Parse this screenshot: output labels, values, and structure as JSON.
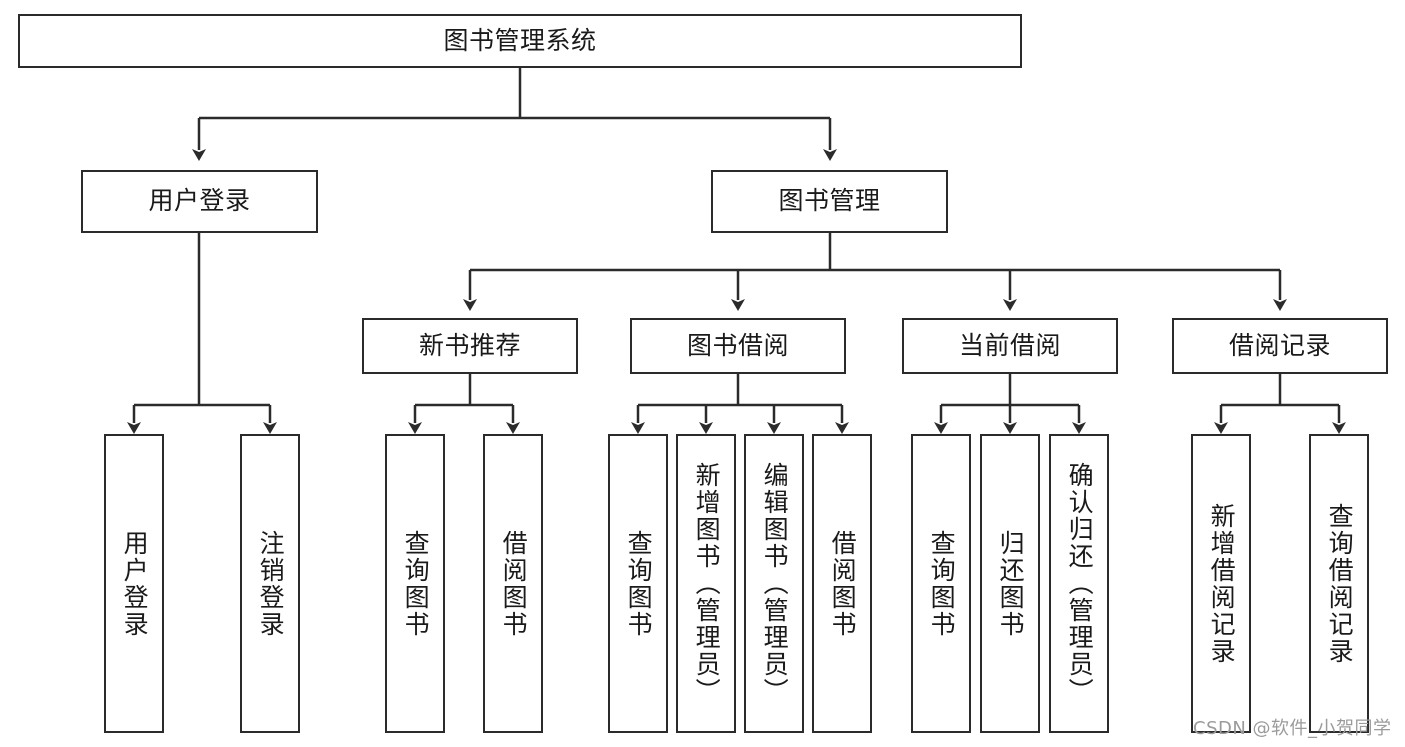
{
  "diagram": {
    "title_node": {
      "label": "图书管理系统"
    },
    "level2": [
      {
        "label": "用户登录"
      },
      {
        "label": "图书管理"
      }
    ],
    "level3": [
      {
        "label": "新书推荐"
      },
      {
        "label": "图书借阅"
      },
      {
        "label": "当前借阅"
      },
      {
        "label": "借阅记录"
      }
    ],
    "leaves": {
      "user_login": [
        {
          "label": "用户登录"
        },
        {
          "label": "注销登录"
        }
      ],
      "new_book_recommend": [
        {
          "label": "查询图书"
        },
        {
          "label": "借阅图书"
        }
      ],
      "book_borrow": [
        {
          "label": "查询图书"
        },
        {
          "label": "新增图书（管理员）"
        },
        {
          "label": "编辑图书（管理员）"
        },
        {
          "label": "借阅图书"
        }
      ],
      "current_borrow": [
        {
          "label": "查询图书"
        },
        {
          "label": "归还图书"
        },
        {
          "label": "确认归还（管理员）"
        }
      ],
      "borrow_records": [
        {
          "label": "新增借阅记录"
        },
        {
          "label": "查询借阅记录"
        }
      ]
    }
  },
  "watermark": {
    "text": "CSDN @软件_小贺同学"
  },
  "colors": {
    "stroke": "#2b2b2b",
    "fill": "#ffffff",
    "text": "#1a1a1a",
    "watermark": "#9b9b9b"
  }
}
